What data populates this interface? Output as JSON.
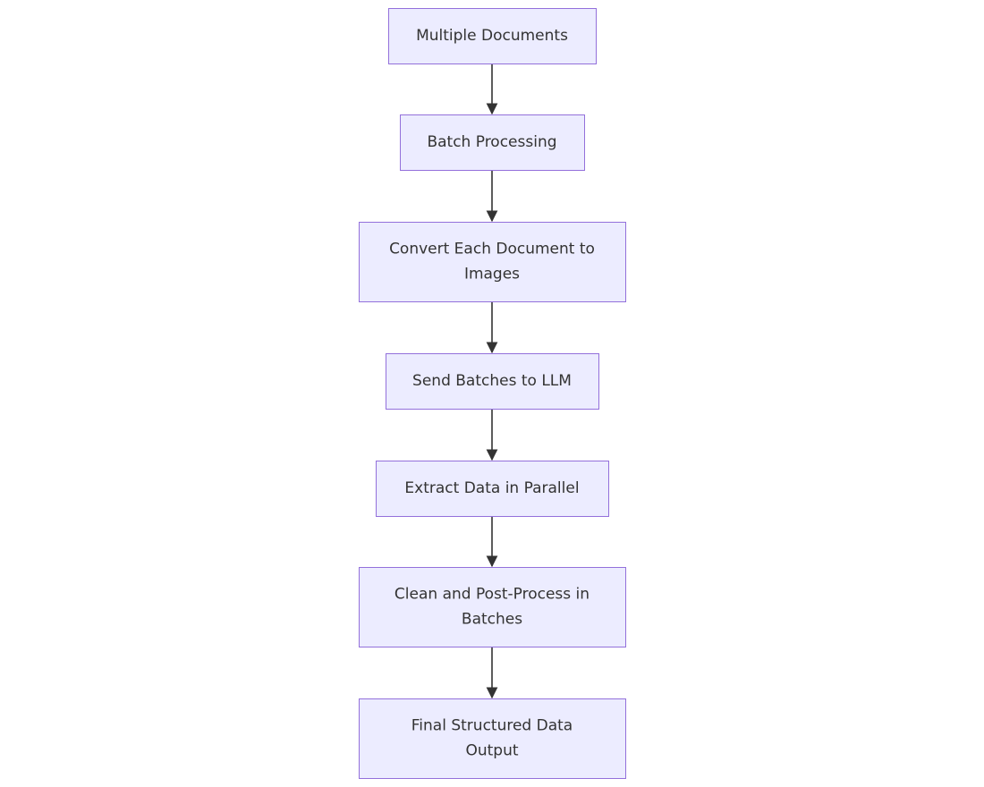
{
  "diagram": {
    "type": "flowchart",
    "direction": "top-to-bottom",
    "colors": {
      "node_fill": "#ECECFF",
      "node_stroke": "#9370DB",
      "edge": "#333333",
      "text": "#333333",
      "background": "#ffffff"
    },
    "nodes": [
      {
        "id": "multiple-documents",
        "lines": [
          "Multiple Documents"
        ]
      },
      {
        "id": "batch-processing",
        "lines": [
          "Batch Processing"
        ]
      },
      {
        "id": "convert-to-images",
        "lines": [
          "Convert Each Document to",
          "Images"
        ]
      },
      {
        "id": "send-batches-to-llm",
        "lines": [
          "Send Batches to LLM"
        ]
      },
      {
        "id": "extract-data-parallel",
        "lines": [
          "Extract Data in Parallel"
        ]
      },
      {
        "id": "clean-post-process",
        "lines": [
          "Clean and Post-Process in",
          "Batches"
        ]
      },
      {
        "id": "final-structured-output",
        "lines": [
          "Final Structured Data",
          "Output"
        ]
      }
    ],
    "edges": [
      {
        "from": "multiple-documents",
        "to": "batch-processing"
      },
      {
        "from": "batch-processing",
        "to": "convert-to-images"
      },
      {
        "from": "convert-to-images",
        "to": "send-batches-to-llm"
      },
      {
        "from": "send-batches-to-llm",
        "to": "extract-data-parallel"
      },
      {
        "from": "extract-data-parallel",
        "to": "clean-post-process"
      },
      {
        "from": "clean-post-process",
        "to": "final-structured-output"
      }
    ]
  }
}
